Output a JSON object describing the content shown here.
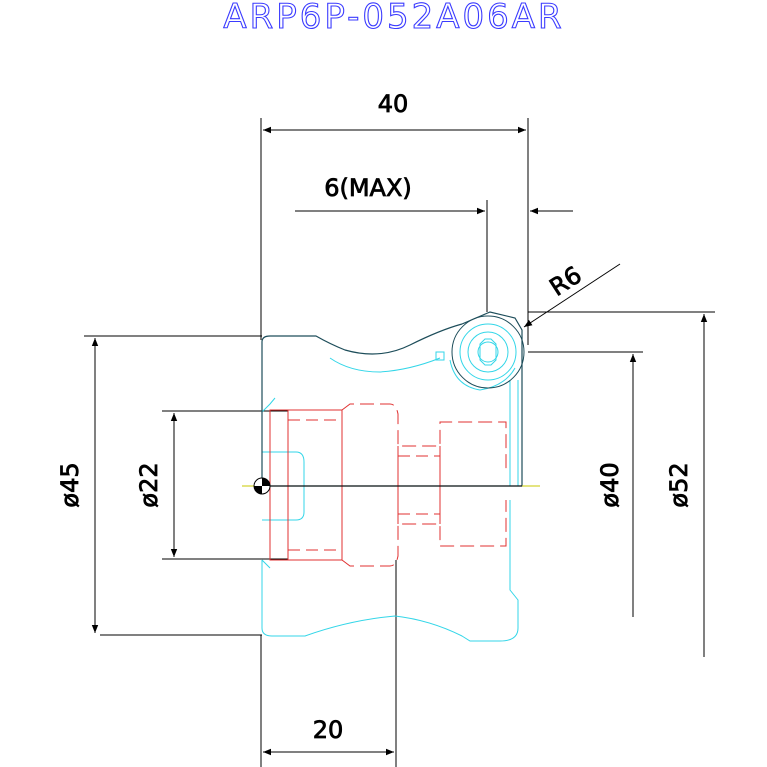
{
  "drawing": {
    "title": "ARP6P-052A06AR",
    "dimensions": {
      "width_top": "40",
      "max_offset": "6(MAX)",
      "radius": "R6",
      "dia_45": "ø45",
      "dia_22": "ø22",
      "dia_40": "ø40",
      "dia_52": "ø52",
      "width_bottom": "20"
    }
  },
  "colors": {
    "title": "#3b3bff",
    "dimension": "#000000",
    "cutter_body": "#33d6e8",
    "arbor": "#e03030",
    "insert": "#1d4d5a",
    "centerline": "#c8c800"
  }
}
